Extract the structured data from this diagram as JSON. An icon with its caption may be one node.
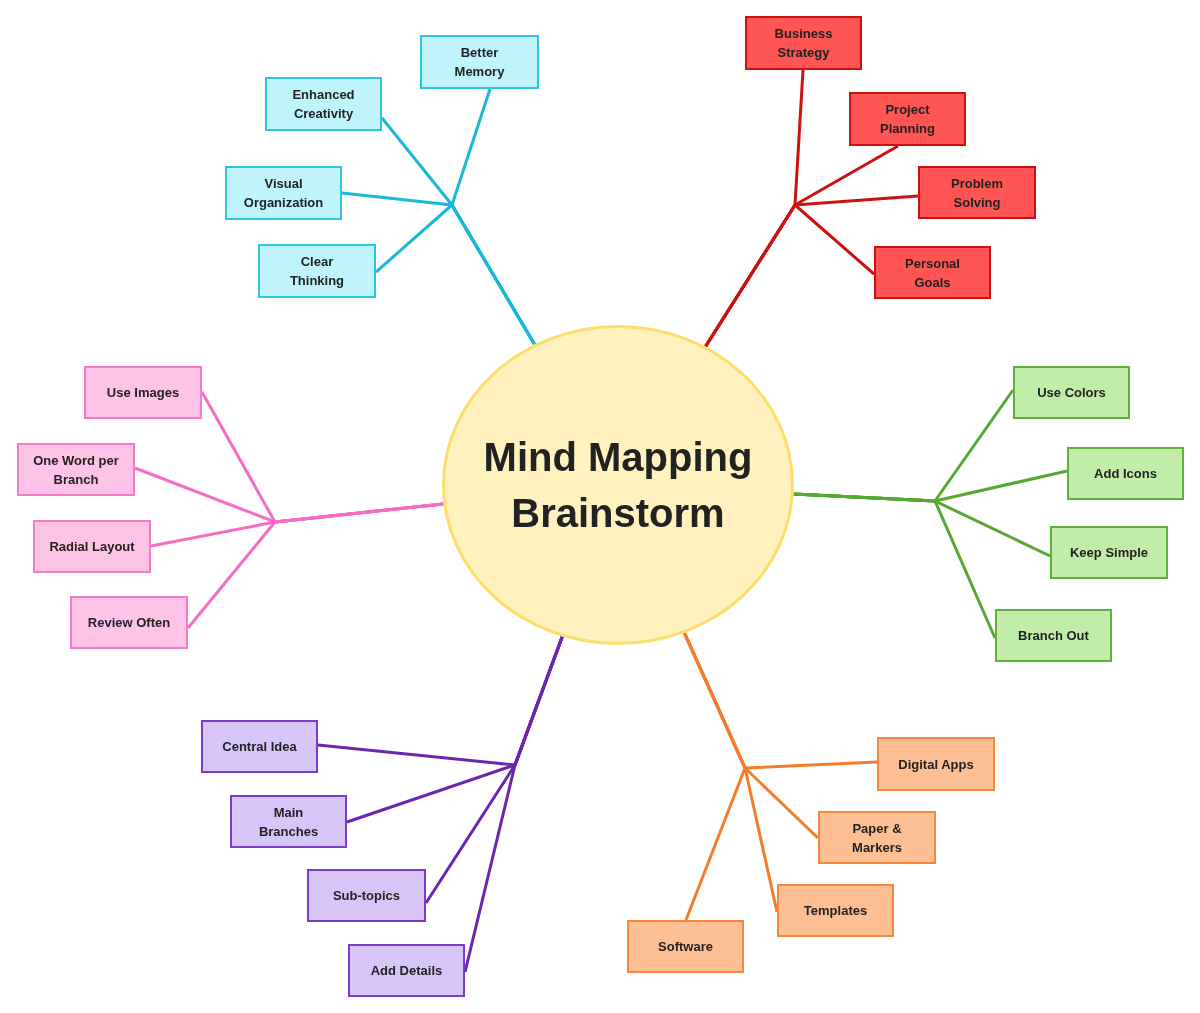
{
  "diagram": {
    "nodes": [
      {
        "text": [
          "Mind Mapping Brainstorm"
        ]
      },
      {
        "text": [
          "Better Memory"
        ]
      },
      {
        "text": [
          "Enhanced Creativity"
        ]
      },
      {
        "text": [
          "Visual Organization"
        ]
      },
      {
        "text": [
          "Clear Thinking"
        ]
      },
      {
        "text": [
          "Business Strategy"
        ]
      },
      {
        "text": [
          "Project Planning"
        ]
      },
      {
        "text": [
          "Problem Solving"
        ]
      },
      {
        "text": [
          "Personal Goals"
        ]
      },
      {
        "text": [
          "Use Images"
        ]
      },
      {
        "text": [
          "One Word per Branch"
        ]
      },
      {
        "text": [
          "Radial Layout"
        ]
      },
      {
        "text": [
          "Review Often"
        ]
      },
      {
        "text": [
          "Use Colors"
        ]
      },
      {
        "text": [
          "Add Icons"
        ]
      },
      {
        "text": [
          "Keep Simple"
        ]
      },
      {
        "text": [
          "Branch Out"
        ]
      },
      {
        "text": [
          "Central Idea"
        ]
      },
      {
        "text": [
          "Main Branches"
        ]
      },
      {
        "text": [
          "Sub-topics"
        ]
      },
      {
        "text": [
          "Add Details"
        ]
      },
      {
        "text": [
          "Digital Apps"
        ]
      },
      {
        "text": [
          "Paper & Markers"
        ]
      },
      {
        "text": [
          "Templates"
        ]
      },
      {
        "text": [
          "Software"
        ]
      }
    ],
    "edges": [
      {
        "from": 0,
        "to": 1,
        "arrow": "none",
        "color": "#1ab8d8"
      },
      {
        "from": 0,
        "to": 2,
        "arrow": "none",
        "color": "#1ab8d8"
      },
      {
        "from": 0,
        "to": 3,
        "arrow": "none",
        "color": "#1ab8d8"
      },
      {
        "from": 0,
        "to": 4,
        "arrow": "none",
        "color": "#1ab8d8"
      },
      {
        "from": 0,
        "to": 5,
        "arrow": "none",
        "color": "#cc1111"
      },
      {
        "from": 0,
        "to": 6,
        "arrow": "none",
        "color": "#cc1111"
      },
      {
        "from": 0,
        "to": 7,
        "arrow": "none",
        "color": "#cc1111"
      },
      {
        "from": 0,
        "to": 8,
        "arrow": "none",
        "color": "#cc1111"
      },
      {
        "from": 0,
        "to": 9,
        "arrow": "none",
        "color": "#f76cc3"
      },
      {
        "from": 0,
        "to": 10,
        "arrow": "none",
        "color": "#f76cc3"
      },
      {
        "from": 0,
        "to": 11,
        "arrow": "none",
        "color": "#f76cc3"
      },
      {
        "from": 0,
        "to": 12,
        "arrow": "none",
        "color": "#f76cc3"
      },
      {
        "from": 0,
        "to": 13,
        "arrow": "none",
        "color": "#55a832"
      },
      {
        "from": 0,
        "to": 14,
        "arrow": "none",
        "color": "#55a832"
      },
      {
        "from": 0,
        "to": 15,
        "arrow": "none",
        "color": "#55a832"
      },
      {
        "from": 0,
        "to": 16,
        "arrow": "none",
        "color": "#55a832"
      },
      {
        "from": 0,
        "to": 17,
        "arrow": "none",
        "color": "#6b25b0"
      },
      {
        "from": 0,
        "to": 18,
        "arrow": "none",
        "color": "#6b25b0"
      },
      {
        "from": 0,
        "to": 19,
        "arrow": "none",
        "color": "#6b25b0"
      },
      {
        "from": 0,
        "to": 20,
        "arrow": "none",
        "color": "#6b25b0"
      },
      {
        "from": 0,
        "to": 21,
        "arrow": "none",
        "color": "#f57c2a"
      },
      {
        "from": 0,
        "to": 22,
        "arrow": "none",
        "color": "#f57c2a"
      },
      {
        "from": 0,
        "to": 23,
        "arrow": "none",
        "color": "#f57c2a"
      },
      {
        "from": 0,
        "to": 24,
        "arrow": "none",
        "color": "#f57c2a"
      }
    ]
  }
}
